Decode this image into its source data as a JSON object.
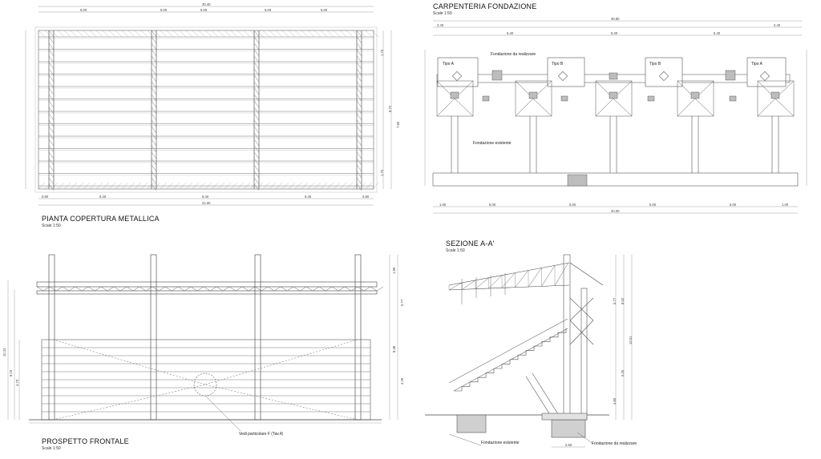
{
  "drawings": {
    "plan_roof": {
      "title": "PIANTA COPERTURA METALLICA",
      "scale": "Scale 1:50",
      "dims_top": [
        "30.40",
        "5.00",
        "5.00",
        "5.00",
        "5.00",
        "5.00"
      ],
      "dims_bottom": [
        "0.80",
        "6.40",
        "6.40",
        "6.40",
        "0.80",
        "21.00"
      ],
      "dims_right": [
        "1.70",
        "1.70",
        "8.72",
        "7.80"
      ]
    },
    "foundation": {
      "title": "CARPENTERIA FONDAZIONE",
      "scale": "Scale 1:50",
      "type_labels": [
        "Tipo A",
        "Tipo B",
        "Tipo B",
        "Tipo A"
      ],
      "callout_new": "Fondazione da realizzare",
      "callout_existing": "Fondazione esistente",
      "dims_top": [
        "30.80",
        "2.40",
        "6.40",
        "6.40",
        "6.40",
        "2.40"
      ],
      "dims_bottom": [
        "1.00",
        "5.00",
        "5.00",
        "5.00",
        "5.00",
        "1.00",
        "20.00"
      ]
    },
    "front": {
      "title": "PROSPETTO FRONTALE",
      "scale": "Scale 1:50",
      "callout": "Vedi particolare F (Tav.4)",
      "dims_left": [
        "10.24",
        "8.15",
        "4.73"
      ],
      "dims_right": [
        "1.86",
        "5.77",
        "8.38",
        "4.29"
      ]
    },
    "section": {
      "title": "SEZIONE A-A'",
      "scale": "Scale 1:50",
      "callout_existing": "Fondazione esistente",
      "callout_new": "Fondazione da realizzare",
      "dims_right": [
        "5.77",
        "8.52",
        "13.51",
        "6.25",
        "4.80"
      ],
      "dim_bottom": "2.60"
    }
  },
  "colors": {
    "line": "#555555",
    "light": "#9a9a9a",
    "fill": "#cfcfcf",
    "ink": "#111111"
  }
}
